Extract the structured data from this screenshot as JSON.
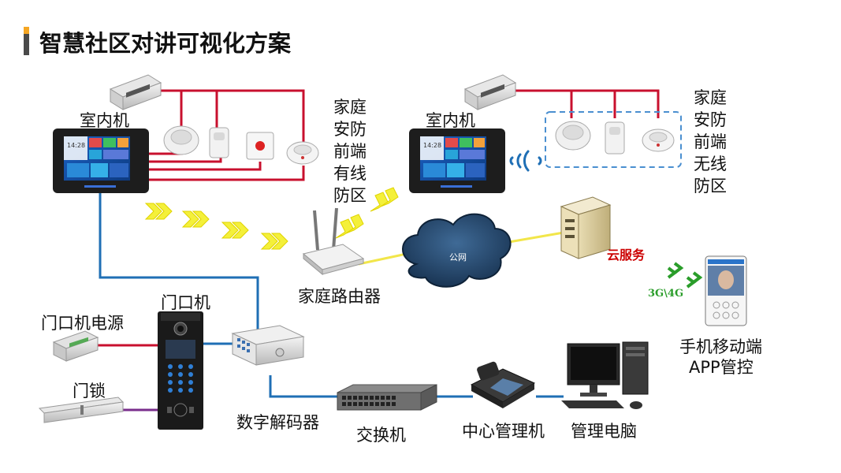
{
  "title": "智慧社区对讲可视化方案",
  "colors": {
    "title_accent": "#f5a623",
    "wired_line": "#c8102e",
    "network_line": "#1f6fb5",
    "wifi_line": "#f2e64a",
    "lock_line": "#7a2e8c",
    "arrow_fill": "#f4f03a",
    "cloud_label": "#cc0000",
    "mobile_net": "#2a9d2a"
  },
  "labels": {
    "indoor_unit_left": "室内机",
    "indoor_unit_right": "室内机",
    "wired_zone": [
      "家",
      "庭",
      "安",
      "防",
      "前",
      "端",
      "有",
      "线",
      "防",
      "区"
    ],
    "wireless_zone": [
      "家",
      "庭",
      "安",
      "防",
      "前",
      "端",
      "无",
      "线",
      "防",
      "区"
    ],
    "home_router": "家庭路由器",
    "cloud_service": "云服务",
    "public_net": "公网",
    "mobile_net": "3G\\4G",
    "mobile_app_line1": "手机移动端",
    "mobile_app_line2": "APP管控",
    "door_unit": "门口机",
    "door_power": "门口机电源",
    "door_lock": "门锁",
    "digital_decoder": "数字解码器",
    "switch": "交换机",
    "central_manager": "中心管理机",
    "management_pc": "管理电脑"
  },
  "icons": {
    "power_supply": "power-supply-icon",
    "smoke_detector": "smoke-detector-icon",
    "pir_sensor": "pir-sensor-icon",
    "emergency_button": "emergency-button-icon",
    "wifi": "wifi-signal-icon",
    "server": "server-icon",
    "phone": "smartphone-icon",
    "cloud": "cloud-icon"
  },
  "screen": {
    "time": "14:28"
  }
}
